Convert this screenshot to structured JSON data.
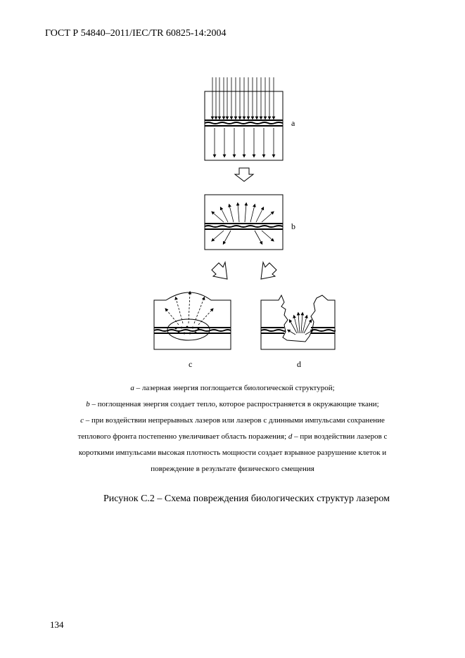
{
  "header": {
    "standard_code": "ГОСТ Р 54840–2011/IEC/TR 60825-14:2004"
  },
  "figure": {
    "panel_labels": {
      "a": "a",
      "b": "b",
      "c": "c",
      "d": "d"
    }
  },
  "caption": {
    "a_letter": "a",
    "a_text": " – лазерная энергия поглощается биологической структурой;",
    "b_letter": "b",
    "b_text": " – поглощенная энергия создает тепло, которое распространяется в окружающие ткани;",
    "c_letter": "c",
    "c_text_1": " – при воздействии непрерывных лазеров или лазеров с длинными импульсами сохранение",
    "c_text_2": "теплового фронта постепенно увеличивает область поражения; ",
    "d_letter": "d",
    "d_text_1": " – при воздействии лазеров с",
    "d_text_2": "короткими импульсами высокая плотность мощности создает взрывное разрушение клеток и",
    "d_text_3": "повреждение в результате физического смещения"
  },
  "figure_title": "Рисунок С.2 – Схема повреждения биологических структур лазером",
  "page_number": "134"
}
